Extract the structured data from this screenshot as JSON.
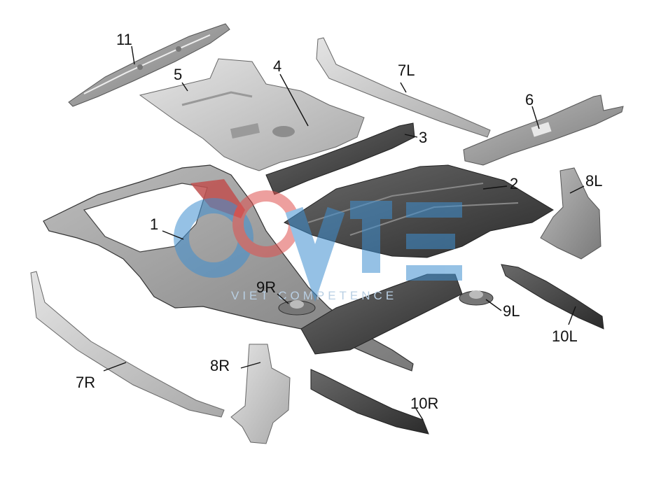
{
  "diagram": {
    "labels": {
      "p1": "1",
      "p2": "2",
      "p3": "3",
      "p4": "4",
      "p5": "5",
      "p6": "6",
      "p7L": "7L",
      "p7R": "7R",
      "p8L": "8L",
      "p8R": "8R",
      "p9L": "9L",
      "p9R": "9R",
      "p10L": "10L",
      "p10R": "10R",
      "p11": "11"
    },
    "watermark": {
      "text": "VIET COMPETENCE"
    }
  },
  "colors": {
    "part_light": "#c9c9c9",
    "part_mid": "#a3a3a3",
    "part_dark": "#4a4a4a",
    "watermark_blue": "#3f8fd0",
    "watermark_red": "#e0514f"
  }
}
